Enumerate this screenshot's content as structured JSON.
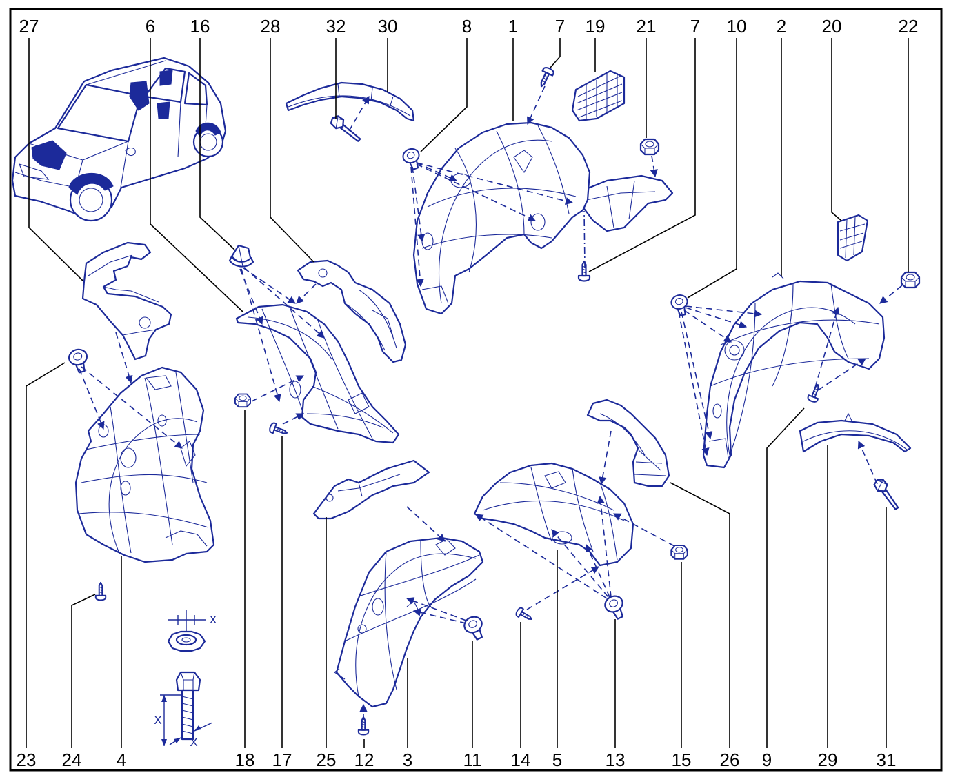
{
  "callouts": {
    "top": [
      "27",
      "6",
      "16",
      "28",
      "32",
      "30",
      "8",
      "1",
      "7",
      "19",
      "21",
      "7",
      "10",
      "2",
      "20",
      "22"
    ],
    "bottom": [
      "23",
      "24",
      "4",
      "18",
      "17",
      "25",
      "12",
      "3",
      "11",
      "14",
      "5",
      "13",
      "15",
      "26",
      "9",
      "29",
      "31"
    ]
  },
  "dimension_labels": {
    "nut_width": "x",
    "bolt_length": "X",
    "bolt_diameter": "X"
  },
  "colors": {
    "ink": "#1c2a9a",
    "leader": "#000000",
    "frame": "#000000",
    "fill": "#ffffff"
  }
}
